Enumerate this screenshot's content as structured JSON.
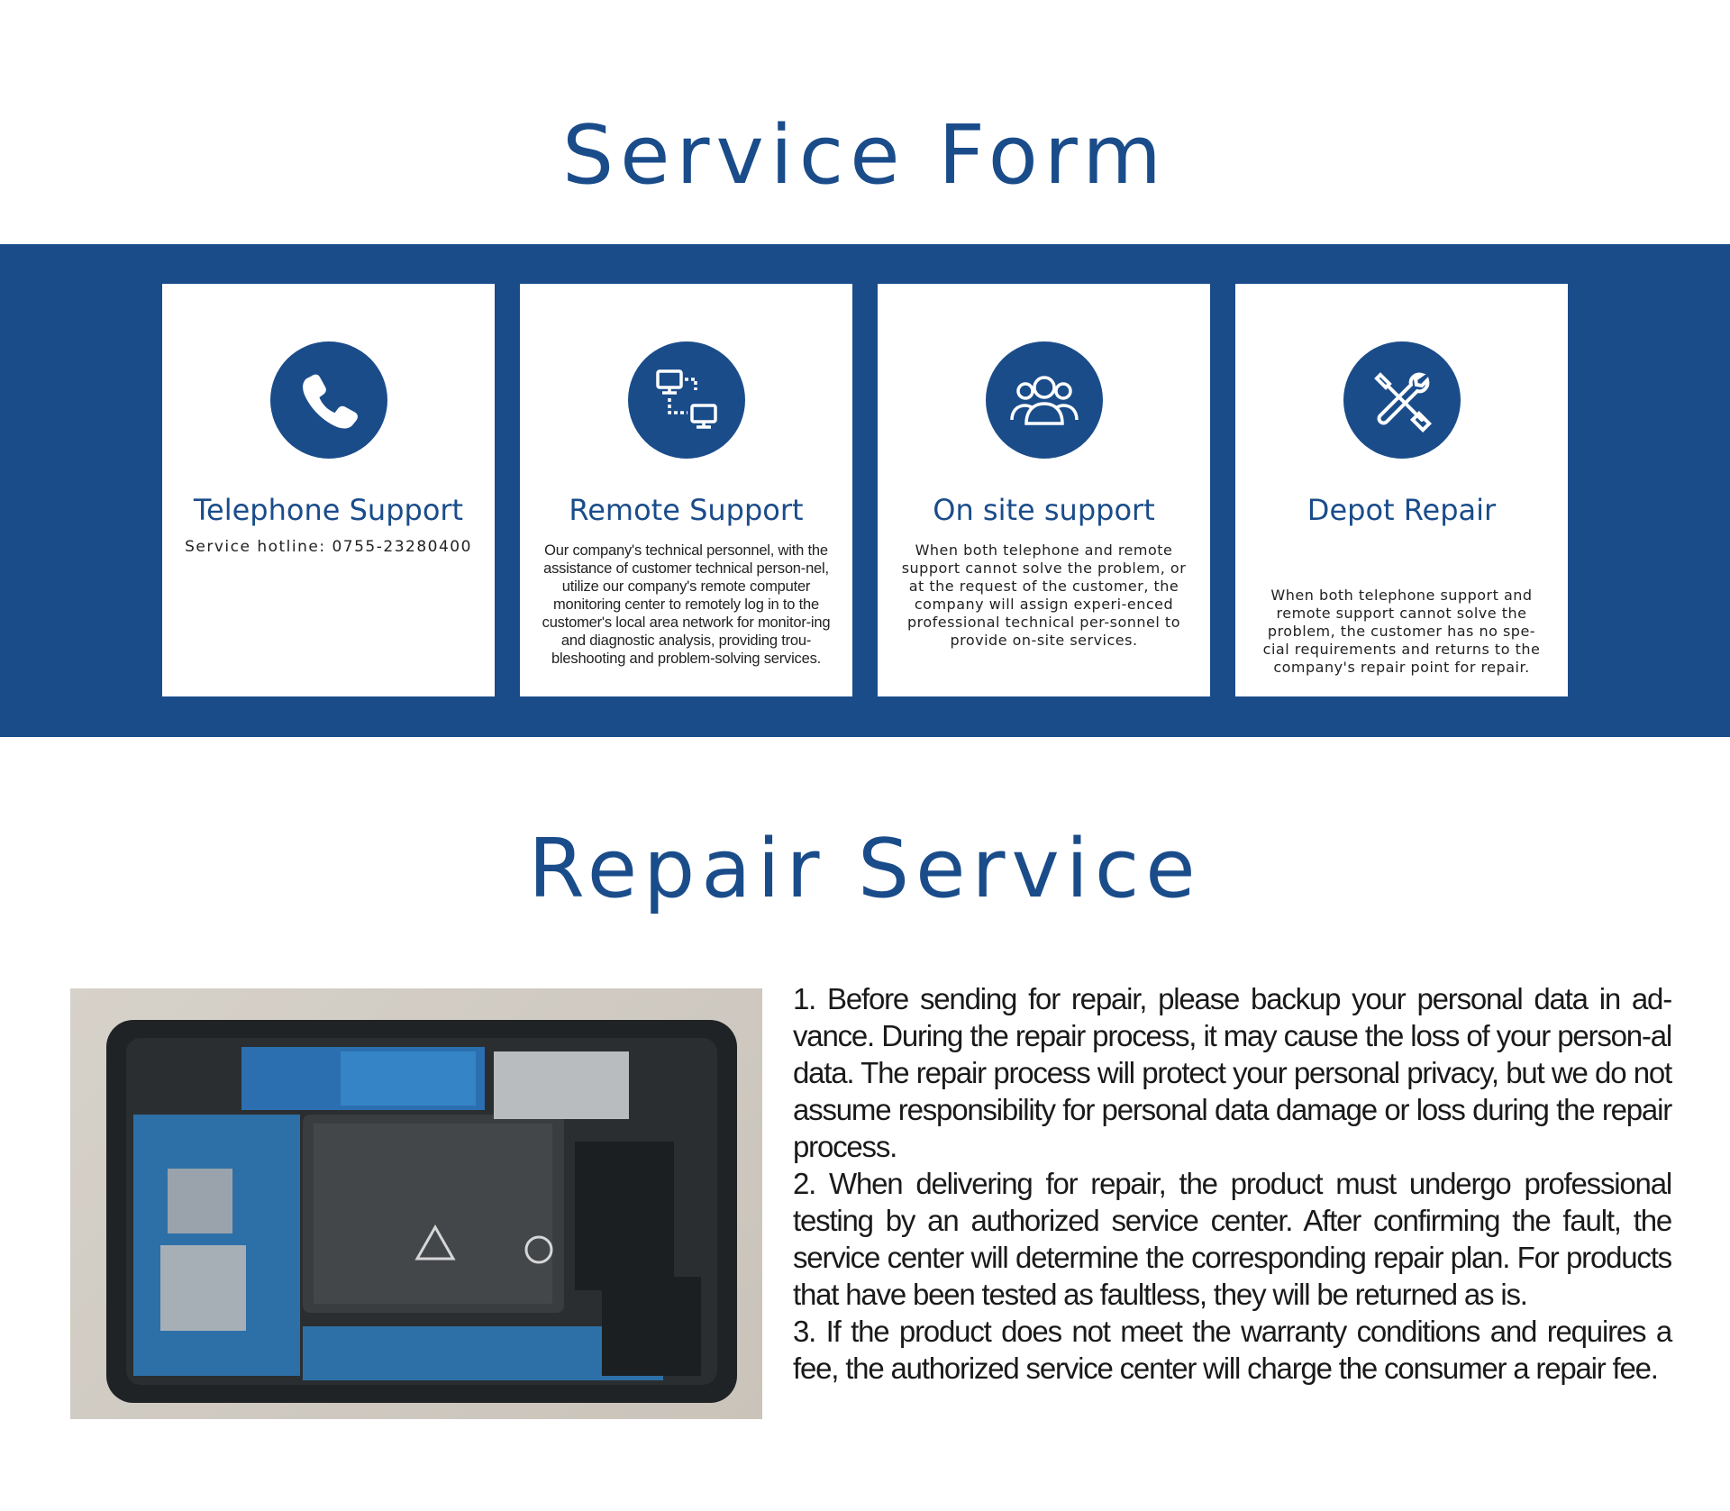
{
  "service_form": {
    "title": "Service Form",
    "cards": [
      {
        "title": "Telephone Support",
        "description": "Service hotline: 0755-23280400",
        "icon": "phone-icon"
      },
      {
        "title": "Remote Support",
        "description": "Our company's technical personnel, with the assistance of customer technical person-nel, utilize our company's remote computer monitoring center to remotely log in to the customer's local area network for monitor-ing and diagnostic analysis, providing trou-bleshooting and problem-solving services.",
        "icon": "network-computers-icon"
      },
      {
        "title": "On site support",
        "description": "When both telephone and remote support cannot solve the problem, or at the request of the customer, the company will assign experi-enced professional technical per-sonnel to provide on-site services.",
        "icon": "people-group-icon"
      },
      {
        "title": "Depot Repair",
        "description": "When both telephone support and remote support cannot solve the problem, the customer has no spe-cial requirements and returns to the company's repair point for repair.",
        "icon": "tools-icon"
      }
    ]
  },
  "repair_service": {
    "title": "Repair Service",
    "paragraphs": [
      "1. Before sending for repair, please backup your personal data in ad-vance. During the repair process, it may cause the loss of your person-al data. The repair process will protect your personal privacy, but we do not assume responsibility for personal data damage or loss during the repair process.",
      "2. When delivering for repair, the product must undergo professional testing by an authorized service center. After confirming the fault, the service center will determine the corresponding repair plan. For products that have been tested as faultless, they will be returned as is.",
      "3. If the product does not meet the warranty conditions and requires a fee, the authorized service center will charge the consumer a repair fee."
    ]
  },
  "colors": {
    "brand_blue": "#1a4c8a",
    "white": "#ffffff"
  }
}
